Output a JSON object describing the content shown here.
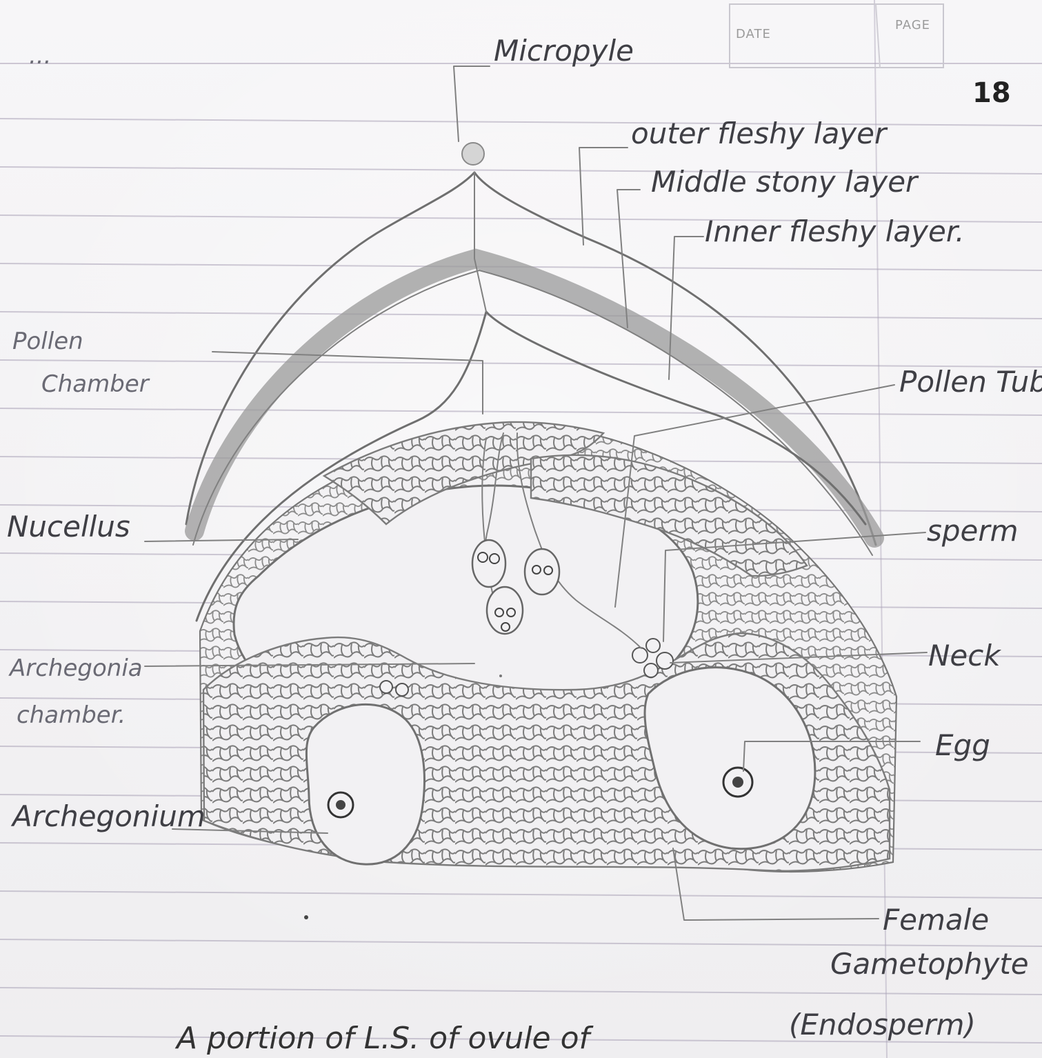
{
  "page": {
    "top_mark": "...",
    "date_label": "DATE",
    "page_label": "PAGE",
    "page_number": "18"
  },
  "labels": {
    "micropyle": "Micropyle",
    "outer_fleshy_layer": "outer fleshy layer",
    "middle_stony_layer": "Middle stony layer",
    "inner_fleshy_layer": "Inner fleshy layer.",
    "pollen_chamber_line1": "Pollen",
    "pollen_chamber_line2": "Chamber",
    "pollen_tube": "Pollen Tube",
    "nucellus": "Nucellus",
    "sperm": "sperm",
    "archegonial_chamber_line1": "Archegonia",
    "archegonial_chamber_line2": "chamber.",
    "neck": "Neck",
    "egg": "Egg",
    "archegonium": "Archegonium",
    "female_gametophyte_line1": "Female",
    "female_gametophyte_line2": "Gametophyte",
    "female_gametophyte_line3": "(Endosperm)"
  },
  "caption": "A portion of L.S. of ovule of"
}
